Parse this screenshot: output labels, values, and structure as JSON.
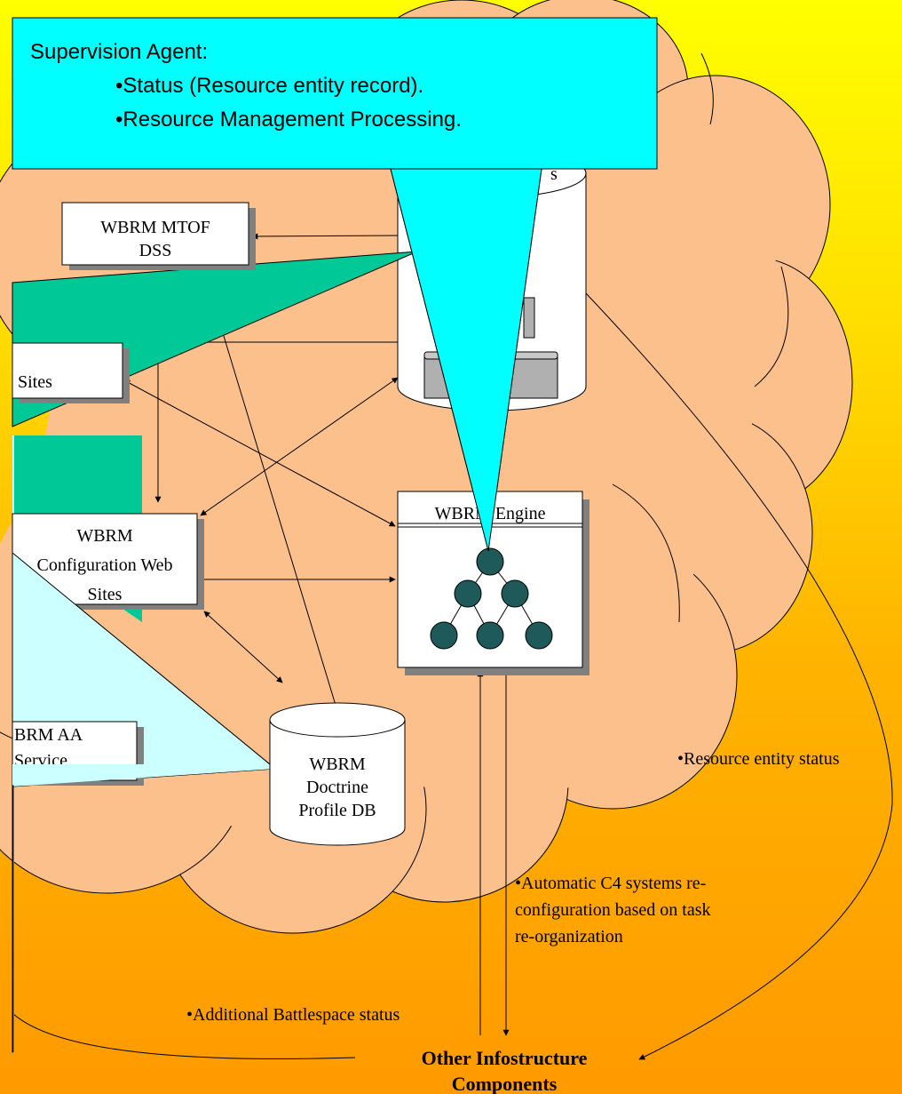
{
  "boxes": {
    "mtof_line1": "WBRM MTOF",
    "mtof_line2": "DSS",
    "sites_partial": "Sites",
    "config_line1": "WBRM",
    "config_line2": "Configuration Web",
    "config_line3": "Sites",
    "aa_line1": "BRM AA",
    "aa_line2": "Service",
    "engine_title": "WBRM Engine"
  },
  "cylinders": {
    "doctrine_line1": "WBRM",
    "doctrine_line2": "Doctrine",
    "doctrine_line3": "Profile DB"
  },
  "callouts": {
    "supervision_title": "Supervision Agent:",
    "supervision_item1": "•Status (Resource entity record).",
    "supervision_item2": "•Resource Management Processing."
  },
  "labels": {
    "resource_status": "•Resource entity status",
    "auto_c4_line1": "•Automatic C4 systems re-",
    "auto_c4_line2": "configuration based on task",
    "auto_c4_line3": "re-organization",
    "battlespace": "•Additional Battlespace status",
    "other_infra_line1": "Other Infostructure",
    "other_infra_line2": "Components"
  },
  "colors": {
    "cloud": "#fcc08c",
    "cyan_callout": "#00ffff",
    "green_callout": "#00c896",
    "light_callout": "#ccffff",
    "agent_node": "#1e5a5a"
  }
}
